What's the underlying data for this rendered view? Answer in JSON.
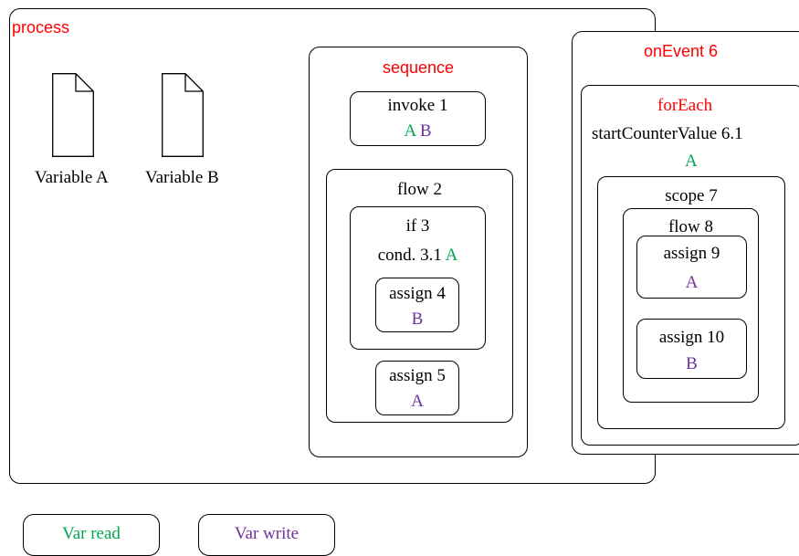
{
  "process": {
    "label": "process"
  },
  "variables": [
    {
      "label": "Variable A",
      "icon": "document-icon"
    },
    {
      "label": "Variable B",
      "icon": "document-icon"
    }
  ],
  "sequence": {
    "label": "sequence",
    "invoke": {
      "label": "invoke 1",
      "read": "A",
      "write": "B"
    },
    "flow": {
      "label": "flow 2",
      "if": {
        "label": "if 3",
        "cond_label": "cond. 3.1",
        "cond_read": "A",
        "assign": {
          "label": "assign 4",
          "write": "B"
        }
      },
      "assign": {
        "label": "assign 5",
        "write": "A"
      }
    }
  },
  "on_event": {
    "label": "onEvent 6",
    "for_each": {
      "label": "forEach",
      "start_counter": "startCounterValue 6.1",
      "start_counter_read": "A",
      "scope": {
        "label": "scope 7",
        "flow": {
          "label": "flow 8",
          "assign_a": {
            "label": "assign 9",
            "write": "A"
          },
          "assign_b": {
            "label": "assign 10",
            "write": "B"
          }
        }
      }
    }
  },
  "legend": {
    "read_label": "Var read",
    "write_label": "Var write"
  },
  "colors": {
    "activity_label": "#ff0000",
    "read": "#00a651",
    "write": "#7030a0"
  }
}
